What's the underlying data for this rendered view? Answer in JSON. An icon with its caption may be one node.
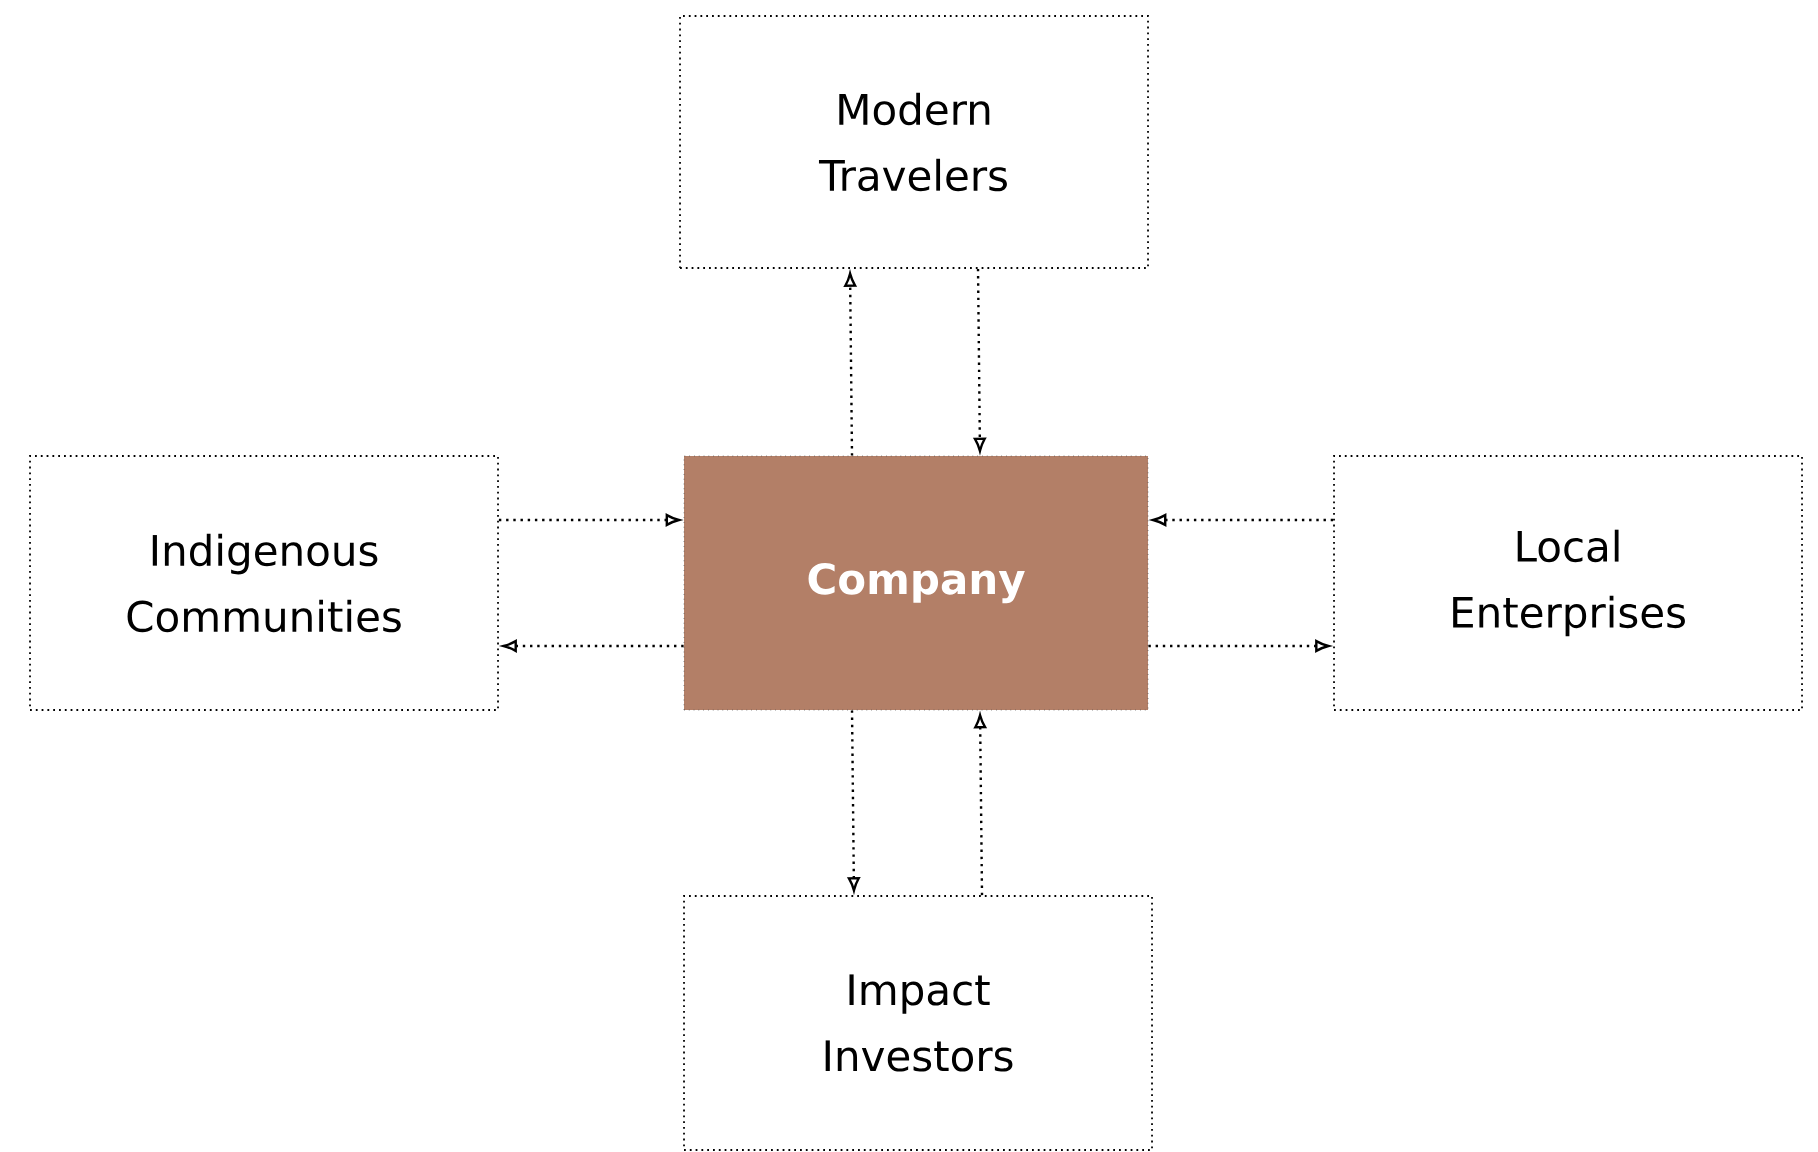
{
  "diagram": {
    "nodes": [
      {
        "text": [
          "Modern Travelers"
        ]
      },
      {
        "text": [
          "Indigenous Communities"
        ]
      },
      {
        "text": [
          "Company"
        ]
      },
      {
        "text": [
          "Local Enterprises"
        ]
      },
      {
        "text": [
          "Impact Investors"
        ]
      }
    ],
    "edges": [
      {
        "from": 2,
        "to": 0,
        "arrow": "to",
        "style": "dashed"
      },
      {
        "from": 0,
        "to": 2,
        "arrow": "to",
        "style": "dashed"
      },
      {
        "from": 1,
        "to": 2,
        "arrow": "to",
        "style": "dashed"
      },
      {
        "from": 2,
        "to": 1,
        "arrow": "to",
        "style": "dashed"
      },
      {
        "from": 3,
        "to": 2,
        "arrow": "to",
        "style": "dashed"
      },
      {
        "from": 2,
        "to": 3,
        "arrow": "to",
        "style": "dashed"
      },
      {
        "from": 2,
        "to": 4,
        "arrow": "to",
        "style": "dashed"
      },
      {
        "from": 4,
        "to": 2,
        "arrow": "to",
        "style": "dashed"
      }
    ]
  }
}
